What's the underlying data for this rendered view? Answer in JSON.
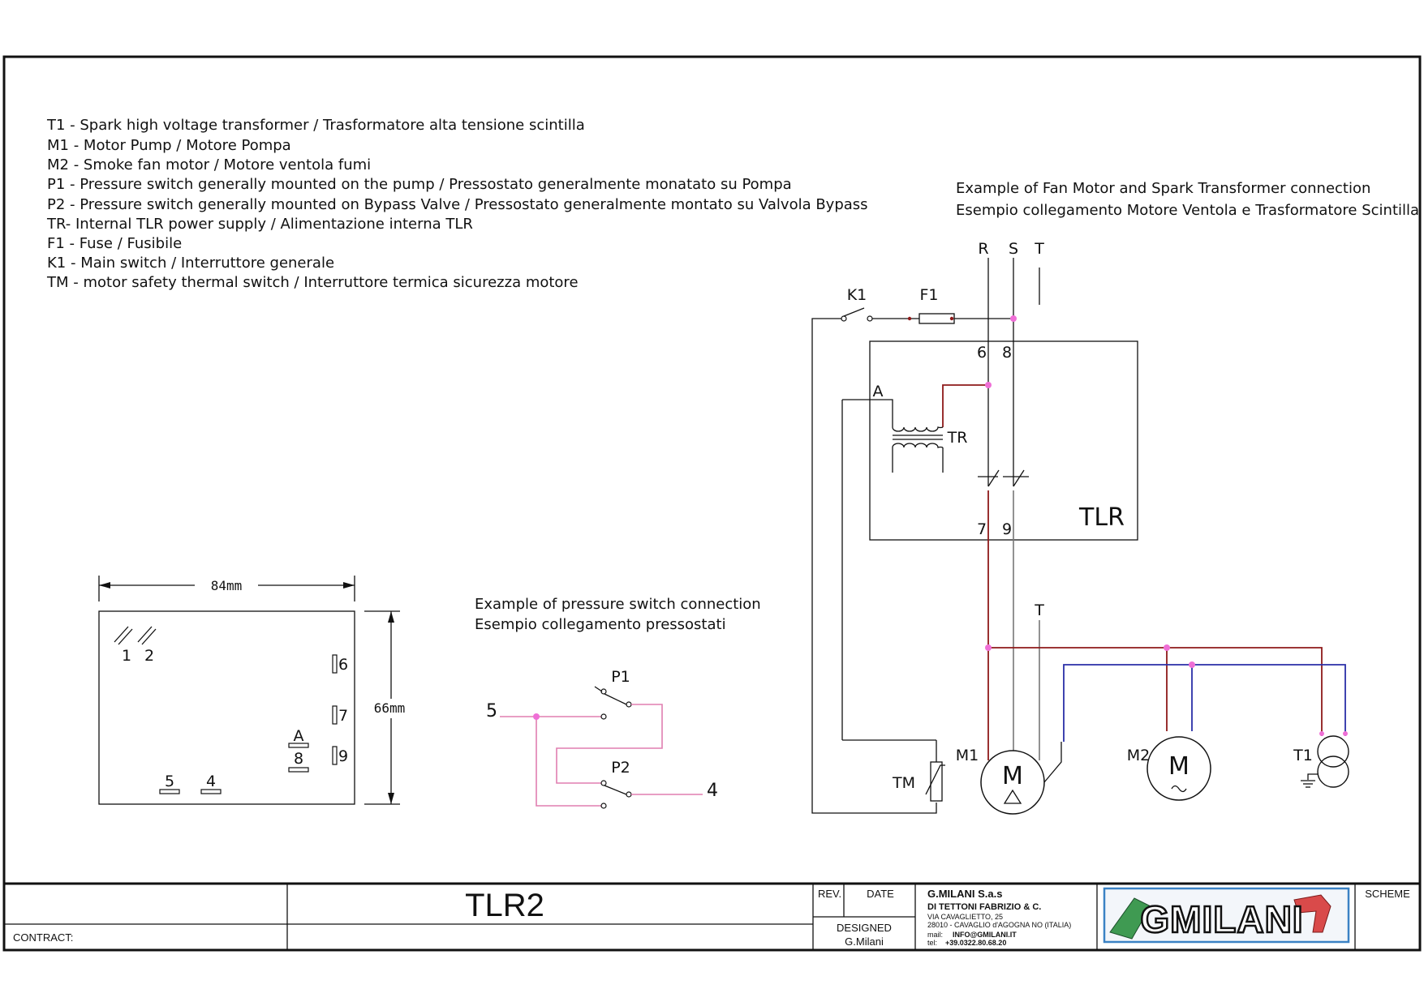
{
  "legend": [
    "T1 - Spark high voltage transformer / Trasformatore alta tensione scintilla",
    "M1 - Motor Pump / Motore Pompa",
    "M2 - Smoke fan motor / Motore ventola fumi",
    "P1 - Pressure switch generally mounted on the pump /  Pressostato generalmente monatato su Pompa",
    "P2 - Pressure switch generally mounted on Bypass Valve / Pressostato generalmente montato su Valvola Bypass",
    "TR- Internal TLR power supply / Alimentazione interna TLR",
    "F1 - Fuse / Fusibile",
    "K1 - Main switch / Interruttore generale",
    "TM - motor safety thermal switch / Interruttore termica sicurezza motore"
  ],
  "fan_example": {
    "caption_en": "Example of Fan Motor and Spark Transformer connection",
    "caption_it": "Esempio collegamento Motore Ventola e Trasformatore Scintilla",
    "phase_r": "R",
    "phase_s": "S",
    "phase_t": "T",
    "phase_t2": "T",
    "k1": "K1",
    "f1": "F1",
    "term_6": "6",
    "term_8": "8",
    "term_7": "7",
    "term_9": "9",
    "term_a": "A",
    "tr": "TR",
    "tlr": "TLR",
    "m1": "M1",
    "m2": "M2",
    "t1": "T1",
    "tm": "TM",
    "motor_symbol": "M"
  },
  "pressure_example": {
    "caption_en": "Example of pressure switch connection",
    "caption_it": "Esempio collegamento pressostati",
    "p1": "P1",
    "p2": "P2",
    "term_5": "5",
    "term_4": "4"
  },
  "module": {
    "width_label": "84mm",
    "height_label": "66mm",
    "t1": "1",
    "t2": "2",
    "t6": "6",
    "t7": "7",
    "tA": "A",
    "t8": "8",
    "t9": "9",
    "t5": "5",
    "t4": "4"
  },
  "title_block": {
    "contract_label": "CONTRACT:",
    "title": "TLR2",
    "rev_label": "REV.",
    "date_label": "DATE",
    "designed_label": "DESIGNED",
    "designer": "G.Milani",
    "company_line1": "G.MILANI S.a.s",
    "company_line2": "DI TETTONI FABRIZIO & C.",
    "address1": "VIA CAVAGLIETTO, 25",
    "address2": "28010 - CAVAGLIO d'AGOGNA NO (ITALIA)",
    "mail_label": "mail:",
    "mail": "INFO@GMILANI.IT",
    "tel_label": "tel:",
    "tel": "+39.0322.80.68.20",
    "logo_text": "GMILANI",
    "scheme_label": "SCHEME"
  },
  "colors": {
    "phase_red": "#8e1a1a",
    "neutral_blue": "#2a2fa8",
    "earth_grey": "#777777",
    "pressure_pink": "#e07fb0",
    "node_dot": "#ef6fd6"
  }
}
